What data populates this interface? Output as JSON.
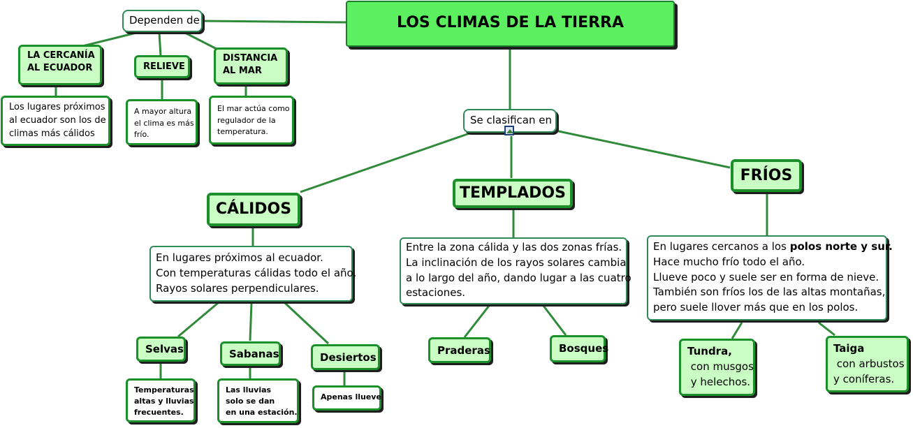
{
  "diagram": {
    "title": "LOS CLIMAS DE LA TIERRA",
    "dependen": "Dependen de",
    "clasifican": "Se clasifican en",
    "factors": [
      {
        "label_lines": [
          "LA CERCANÍA",
          "AL ECUADOR"
        ],
        "desc_lines": [
          "Los lugares próximos",
          "al ecuador son los de",
          "climas más cálidos"
        ]
      },
      {
        "label_lines": [
          "RELIEVE"
        ],
        "desc_lines": [
          "A mayor altura",
          "el clima es más",
          "frío."
        ]
      },
      {
        "label_lines": [
          "DISTANCIA",
          "AL MAR"
        ],
        "desc_lines": [
          "El mar actúa como",
          "regulador de la",
          "temperatura."
        ]
      }
    ],
    "climates": [
      {
        "name": "CÁLIDOS",
        "desc_lines": [
          "En lugares próximos al ecuador.",
          "Con temperaturas cálidas todo el año.",
          " Rayos solares perpendiculares."
        ],
        "types": [
          {
            "name": "Selvas",
            "desc_lines": [
              "Temperaturas",
              "altas y lluvias",
              "frecuentes."
            ]
          },
          {
            "name": "Sabanas",
            "desc_lines": [
              "Las lluvias",
              "solo se dan",
              "en una estación."
            ]
          },
          {
            "name": "Desiertos",
            "desc_lines": [
              "Apenas llueve"
            ]
          }
        ]
      },
      {
        "name": "TEMPLADOS",
        "desc_lines": [
          "Entre la zona cálida y las dos zonas frías.",
          "La inclinación de los rayos solares cambia",
          "a lo largo del año, dando lugar a las cuatro",
          " estaciones."
        ],
        "types": [
          {
            "name": "Praderas"
          },
          {
            "name": "Bosques"
          }
        ]
      },
      {
        "name": "FRÍOS",
        "desc_first": "En lugares cercanos a los ",
        "desc_bold": "polos norte y sur.",
        "desc_lines": [
          "Hace mucho frío todo el año.",
          "Llueve poco y suele ser en forma de nieve.",
          "También son fríos los de las altas montañas,",
          "pero suele llover más que en los polos."
        ],
        "types": [
          {
            "name": "Tundra,",
            "desc_lines": [
              " con musgos",
              " y helechos."
            ]
          },
          {
            "name": "Taiga",
            "desc_lines": [
              " con arbustos",
              "y coníferas."
            ]
          }
        ]
      }
    ]
  },
  "colors": {
    "link": "#2f8a3a",
    "title_fill": "#5cf061",
    "node_fill": "#c9fdc3",
    "border": "#1a8f2a"
  }
}
